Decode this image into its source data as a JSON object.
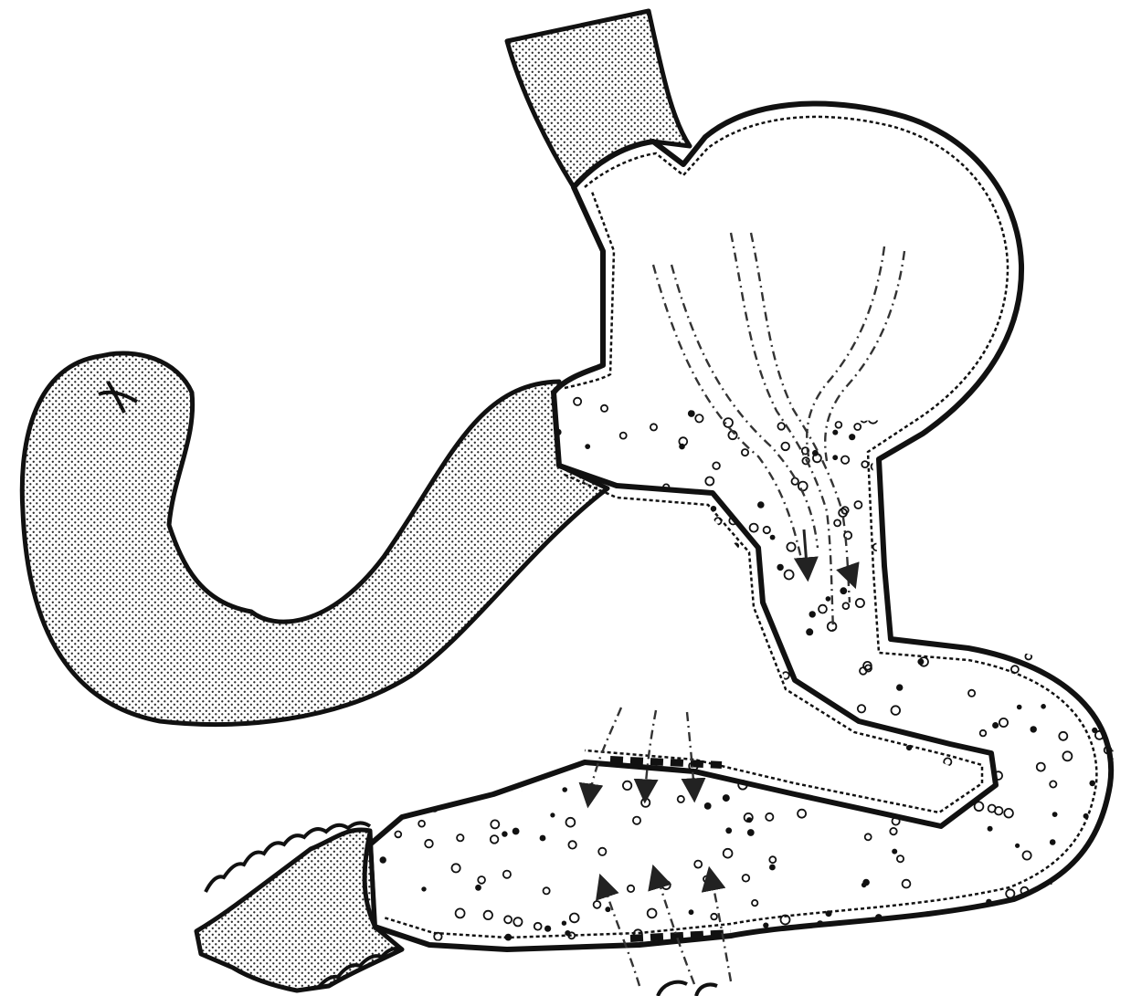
{
  "diagram": {
    "subject": "digestive-tract-line-drawing",
    "colors": {
      "ink": "#111111",
      "background": "#ffffff",
      "stipple": "#2a2a2a",
      "flow": "#333333"
    },
    "regions": [
      {
        "id": "esophagus",
        "fill": "stipple"
      },
      {
        "id": "stomach-upper",
        "fill": "empty"
      },
      {
        "id": "stomach-lower",
        "fill": "circles"
      },
      {
        "id": "duodenum",
        "fill": "circles"
      },
      {
        "id": "jejunum",
        "fill": "circles"
      },
      {
        "id": "bypassed-limb",
        "fill": "stipple"
      },
      {
        "id": "distal-limb",
        "fill": "stipple"
      }
    ],
    "flows": [
      {
        "id": "gastric-flow",
        "arrows": 2
      },
      {
        "id": "inflow-from-above",
        "arrows": 3
      },
      {
        "id": "inflow-from-below",
        "arrows": 3
      }
    ]
  }
}
